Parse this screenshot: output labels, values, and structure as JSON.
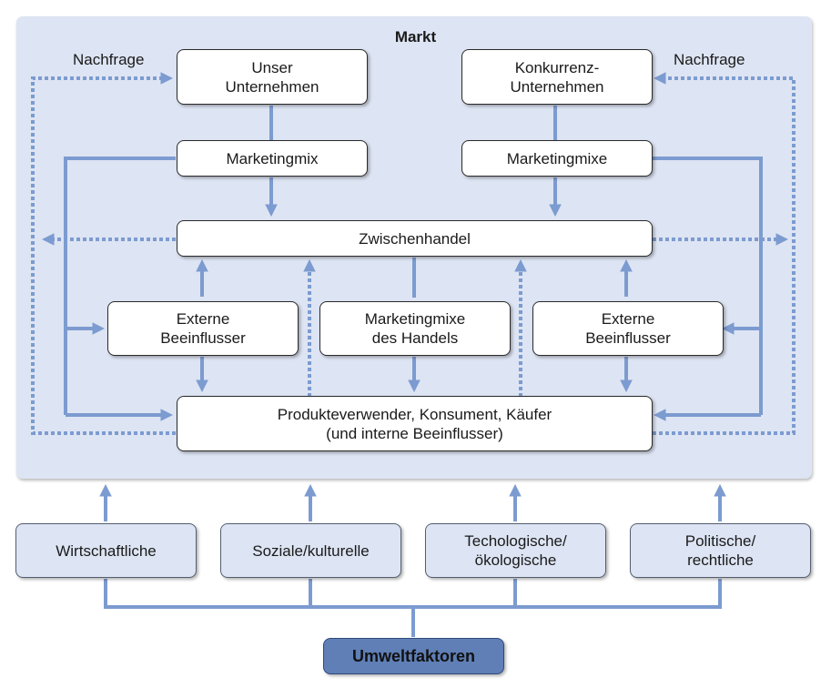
{
  "diagram": {
    "market_title": "Markt",
    "demand_label_left": "Nachfrage",
    "demand_label_right": "Nachfrage",
    "nodes": {
      "unser_unternehmen": "Unser\nUnternehmen",
      "konkurrenz_unternehmen": "Konkurrenz-\nUnternehmen",
      "marketingmix": "Marketingmix",
      "marketingmixe": "Marketingmixe",
      "zwischenhandel": "Zwischenhandel",
      "externe_beeinflusser_links": "Externe\nBeeinflusser",
      "marketingmixe_handel": "Marketingmixe\ndes Handels",
      "externe_beeinflusser_rechts": "Externe\nBeeinflusser",
      "produkteverwender": "Produkteverwender, Konsument, Käufer\n(und interne Beeinflusser)",
      "wirtschaftliche": "Wirtschaftliche",
      "soziale_kulturelle": "Soziale/kulturelle",
      "technologische_oekologische": "Techologische/\nökologische",
      "politische_rechtliche": "Politische/\nrechtliche",
      "umweltfaktoren": "Umweltfaktoren"
    }
  },
  "colors": {
    "panel": "#dde4f3",
    "connector": "#7c9bd0",
    "node_border": "#2a2a2a",
    "umwelt_fill": "#5f7fb6"
  }
}
